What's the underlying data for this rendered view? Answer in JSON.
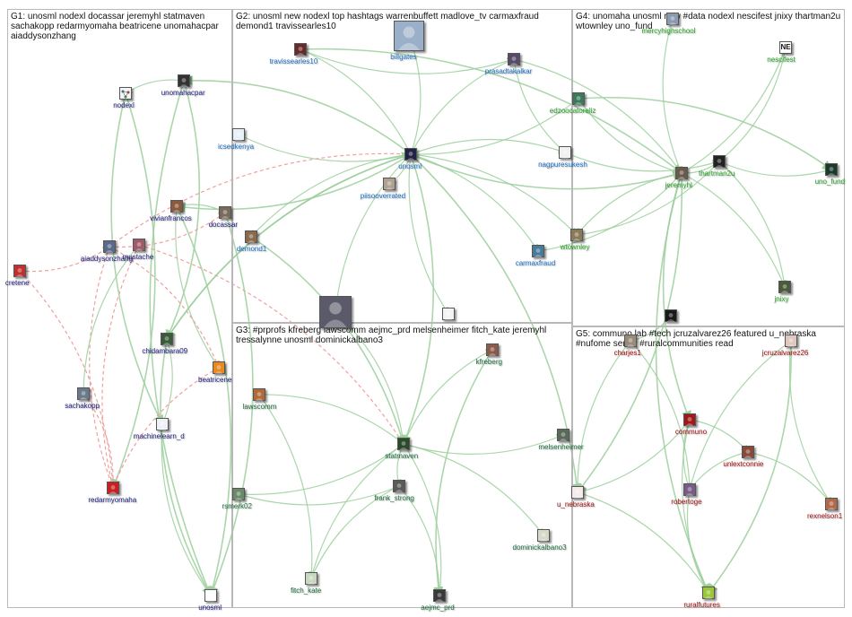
{
  "colors": {
    "G1": "#1a1a7a",
    "G2": "#1a6ec2",
    "G3": "#1a6b3a",
    "G4": "#22a022",
    "G5": "#a01010",
    "edge_green": "#9ccf9c",
    "edge_red_dashed": "#f0a0a0"
  },
  "groups": [
    {
      "id": "G1",
      "label": "G1: unosml nodexl docassar jeremyhl statmaven sachakopp redarmyomaha beatricene unomahacpar aiaddysonzhang"
    },
    {
      "id": "G2",
      "label": "G2: unosml new nodexl top hashtags warrenbuffett madlove_tv carmaxfraud demond1 travissearles10"
    },
    {
      "id": "G3",
      "label": "G3: #prprofs kfreberg lawscomm aejmc_prd melsenheimer fitch_kate jeremyhl tressalynne unosml dominickalbano3"
    },
    {
      "id": "G4",
      "label": "G4: unomaha unosml new #data nodexl nescifest jnixy thartman2u wtownley uno_fund"
    },
    {
      "id": "G5",
      "label": "G5: communo lab #tech jcruzalvarez26 featured u_nebraska #nufome series #ruralcommunities read"
    }
  ],
  "nodes": [
    {
      "id": "unomahacpar",
      "group": "G1",
      "label": "unomahacpar",
      "icon": "avatar-icon",
      "fill": "#333333"
    },
    {
      "id": "nodexl",
      "group": "G1",
      "label": "nodexl",
      "icon": "nodexl-logo-icon",
      "fill": "#f4f4f4"
    },
    {
      "id": "vivianfrancos",
      "group": "G1",
      "label": "vivianfrancos",
      "icon": "avatar-icon",
      "fill": "#8a5a3c"
    },
    {
      "id": "docassar",
      "group": "G1",
      "label": "docassar",
      "icon": "avatar-icon",
      "fill": "#7a6a5a"
    },
    {
      "id": "aiaddysonzhang",
      "group": "G1",
      "label": "aiaddysonzhang",
      "icon": "avatar-icon",
      "fill": "#5a6a8a"
    },
    {
      "id": "mustache",
      "group": "G1",
      "label": "mustache",
      "icon": "avatar-icon",
      "fill": "#a05a6a"
    },
    {
      "id": "cretene",
      "group": "G1",
      "label": "cretene",
      "icon": "avatar-icon",
      "fill": "#c03030"
    },
    {
      "id": "chidambara09",
      "group": "G1",
      "label": "chidambara09",
      "icon": "avatar-icon",
      "fill": "#3a5a3a"
    },
    {
      "id": "beatricene",
      "group": "G1",
      "label": "beatricene",
      "icon": "avatar-icon",
      "fill": "#e88a20"
    },
    {
      "id": "sachakopp",
      "group": "G1",
      "label": "sachakopp",
      "icon": "avatar-icon",
      "fill": "#6a7a8a"
    },
    {
      "id": "machinelearn_d",
      "group": "G1",
      "label": "machinelearn_d",
      "icon": "avatar-icon",
      "fill": "#eef2f8"
    },
    {
      "id": "redarmyomaha",
      "group": "G1",
      "label": "redarmyomaha",
      "icon": "avatar-icon",
      "fill": "#c82020"
    },
    {
      "id": "unosml_g1",
      "group": "G1",
      "label": "unosml",
      "icon": "avatar-icon",
      "fill": "#ffffff"
    },
    {
      "id": "travissearles10",
      "group": "G2",
      "label": "travissearles10",
      "icon": "avatar-icon",
      "fill": "#6a2a2a"
    },
    {
      "id": "billgates",
      "group": "G2",
      "label": "billgates",
      "icon": "avatar-icon",
      "fill": "#9ab0c8"
    },
    {
      "id": "prasadtakalkar",
      "group": "G2",
      "label": "prasadtakalkar",
      "icon": "avatar-icon",
      "fill": "#5a4a6a"
    },
    {
      "id": "icsedkenya",
      "group": "G2",
      "label": "icsedkenya",
      "icon": "avatar-icon",
      "fill": "#e8f0f8"
    },
    {
      "id": "unosml",
      "group": "G2",
      "label": "unosml",
      "icon": "avatar-icon",
      "fill": "#222244"
    },
    {
      "id": "piisooverrated",
      "group": "G2",
      "label": "piisooverrated",
      "icon": "avatar-icon",
      "fill": "#b0a090"
    },
    {
      "id": "nagpuresukesh",
      "group": "G2",
      "label": "nagpuresukesh",
      "icon": "avatar-icon",
      "fill": "#f0f0f0"
    },
    {
      "id": "demond1",
      "group": "G2",
      "label": "demond1",
      "icon": "avatar-icon",
      "fill": "#8a6a4a"
    },
    {
      "id": "carmaxfraud",
      "group": "G2",
      "label": "carmaxfraud",
      "icon": "avatar-icon",
      "fill": "#4a7a9a"
    },
    {
      "id": "warrenbuffett",
      "group": "G2",
      "label": "",
      "icon": "avatar-icon",
      "fill": "#5a5a6a"
    },
    {
      "id": "madlove_tv",
      "group": "G2",
      "label": "",
      "icon": "avatar-icon",
      "fill": "#f4f4f4"
    },
    {
      "id": "lawscomm",
      "group": "G3",
      "label": "lawscomm",
      "icon": "avatar-icon",
      "fill": "#b06a3a"
    },
    {
      "id": "kfreberg",
      "group": "G3",
      "label": "kfreberg",
      "icon": "avatar-icon",
      "fill": "#8a5a4a"
    },
    {
      "id": "statmaven",
      "group": "G3",
      "label": "statmaven",
      "icon": "avatar-icon",
      "fill": "#2a4a2a"
    },
    {
      "id": "melsenheimer",
      "group": "G3",
      "label": "melsenheimer",
      "icon": "avatar-icon",
      "fill": "#5a6a5a"
    },
    {
      "id": "rsmerk02",
      "group": "G3",
      "label": "rsmerk02",
      "icon": "avatar-icon",
      "fill": "#6a8a6a"
    },
    {
      "id": "frank_strong",
      "group": "G3",
      "label": "frank_strong",
      "icon": "avatar-icon",
      "fill": "#5a5a5a"
    },
    {
      "id": "dominickalbano3",
      "group": "G3",
      "label": "dominickalbano3",
      "icon": "avatar-icon",
      "fill": "#d8d8c8"
    },
    {
      "id": "fitch_kate",
      "group": "G3",
      "label": "fitch_kate",
      "icon": "avatar-icon",
      "fill": "#c8d8c0"
    },
    {
      "id": "aejmc_prd",
      "group": "G3",
      "label": "aejmc_prd",
      "icon": "avatar-icon",
      "fill": "#3a3a3a"
    },
    {
      "id": "mercyhighschool",
      "group": "G4",
      "label": "mercyhighschool",
      "icon": "avatar-icon",
      "fill": "#8a9ab0"
    },
    {
      "id": "nescifest",
      "group": "G4",
      "label": "nescifest",
      "icon": "ne-logo-icon",
      "fill": "#ffffff",
      "text": "NE"
    },
    {
      "id": "edzoocatoreliz",
      "group": "G4",
      "label": "edzoocatoreliz",
      "icon": "avatar-icon",
      "fill": "#3a7a5a"
    },
    {
      "id": "jeremyhl",
      "group": "G4",
      "label": "jeremyhl",
      "icon": "avatar-icon",
      "fill": "#6a5a4a"
    },
    {
      "id": "thartman2u",
      "group": "G4",
      "label": "thartman2u",
      "icon": "avatar-icon",
      "fill": "#222222"
    },
    {
      "id": "uno_fund",
      "group": "G4",
      "label": "uno_fund",
      "icon": "avatar-icon",
      "fill": "#1a3a2a"
    },
    {
      "id": "wtownley",
      "group": "G4",
      "label": "wtownley",
      "icon": "avatar-icon",
      "fill": "#8a7a5a"
    },
    {
      "id": "jnixy",
      "group": "G4",
      "label": "jnixy",
      "icon": "avatar-icon",
      "fill": "#4a5a3a"
    },
    {
      "id": "communolab",
      "group": "G5",
      "label": "",
      "icon": "avatar-icon",
      "fill": "#1a1a1a"
    },
    {
      "id": "charjes1",
      "group": "G5",
      "label": "charjes1",
      "icon": "avatar-icon",
      "fill": "#9a8a7a"
    },
    {
      "id": "jcruzalvarez26",
      "group": "G5",
      "label": "jcruzalvarez26",
      "icon": "avatar-icon",
      "fill": "#e0c8c0"
    },
    {
      "id": "communo",
      "group": "G5",
      "label": "communo",
      "icon": "avatar-icon",
      "fill": "#a01818"
    },
    {
      "id": "unlextconnie",
      "group": "G5",
      "label": "unlextconnie",
      "icon": "avatar-icon",
      "fill": "#8a4a3a"
    },
    {
      "id": "u_nebraska",
      "group": "G5",
      "label": "u_nebraska",
      "icon": "avatar-icon",
      "fill": "#f4ecec"
    },
    {
      "id": "robertoge",
      "group": "G5",
      "label": "robertoge",
      "icon": "avatar-icon",
      "fill": "#7a5a8a"
    },
    {
      "id": "rexnelson1",
      "group": "G5",
      "label": "rexnelson1",
      "icon": "avatar-icon",
      "fill": "#b06a4a"
    },
    {
      "id": "ruralfutures",
      "group": "G5",
      "label": "ruralfutures",
      "icon": "avatar-icon",
      "fill": "#9ac83a"
    }
  ],
  "edges": [
    {
      "from": "unosml",
      "to": "travissearles10",
      "style": "green"
    },
    {
      "from": "unosml",
      "to": "prasadtakalkar",
      "style": "green"
    },
    {
      "from": "unosml",
      "to": "edzoocatoreliz",
      "style": "green"
    },
    {
      "from": "unosml",
      "to": "nagpuresukesh",
      "style": "green"
    },
    {
      "from": "unosml",
      "to": "jeremyhl",
      "style": "green"
    },
    {
      "from": "unosml",
      "to": "icsedkenya",
      "style": "green"
    },
    {
      "from": "unosml",
      "to": "demond1",
      "style": "green"
    },
    {
      "from": "unosml",
      "to": "carmaxfraud",
      "style": "green"
    },
    {
      "from": "unosml",
      "to": "warrenbuffett",
      "style": "green"
    },
    {
      "from": "unosml",
      "to": "statmaven",
      "style": "green"
    },
    {
      "from": "unosml",
      "to": "madlove_tv",
      "style": "green"
    },
    {
      "from": "unosml",
      "to": "wtownley",
      "style": "green"
    },
    {
      "from": "unosml",
      "to": "unomahacpar",
      "style": "green"
    },
    {
      "from": "unosml",
      "to": "vivianfrancos",
      "style": "green"
    },
    {
      "from": "unosml",
      "to": "chidambara09",
      "style": "green"
    },
    {
      "from": "unosml",
      "to": "piisooverrated",
      "style": "green"
    },
    {
      "from": "unosml",
      "to": "billgates",
      "style": "green"
    },
    {
      "from": "unosml",
      "to": "u_nebraska",
      "style": "green"
    },
    {
      "from": "jeremyhl",
      "to": "thartman2u",
      "style": "green"
    },
    {
      "from": "jeremyhl",
      "to": "jnixy",
      "style": "green"
    },
    {
      "from": "jeremyhl",
      "to": "wtownley",
      "style": "green"
    },
    {
      "from": "jeremyhl",
      "to": "edzoocatoreliz",
      "style": "green"
    },
    {
      "from": "jeremyhl",
      "to": "communo",
      "style": "green"
    },
    {
      "from": "jeremyhl",
      "to": "u_nebraska",
      "style": "green"
    },
    {
      "from": "thartman2u",
      "to": "uno_fund",
      "style": "green"
    },
    {
      "from": "thartman2u",
      "to": "jnixy",
      "style": "green"
    },
    {
      "from": "thartman2u",
      "to": "nescifest",
      "style": "green"
    },
    {
      "from": "thartman2u",
      "to": "wtownley",
      "style": "green"
    },
    {
      "from": "mercyhighschool",
      "to": "jeremyhl",
      "style": "green"
    },
    {
      "from": "nescifest",
      "to": "jeremyhl",
      "style": "green"
    },
    {
      "from": "statmaven",
      "to": "lawscomm",
      "style": "green"
    },
    {
      "from": "statmaven",
      "to": "kfreberg",
      "style": "green"
    },
    {
      "from": "statmaven",
      "to": "melsenheimer",
      "style": "green"
    },
    {
      "from": "statmaven",
      "to": "rsmerk02",
      "style": "green"
    },
    {
      "from": "statmaven",
      "to": "frank_strong",
      "style": "green"
    },
    {
      "from": "statmaven",
      "to": "dominickalbano3",
      "style": "green"
    },
    {
      "from": "statmaven",
      "to": "fitch_kate",
      "style": "green"
    },
    {
      "from": "statmaven",
      "to": "aejmc_prd",
      "style": "green"
    },
    {
      "from": "statmaven",
      "to": "warrenbuffett",
      "style": "green"
    },
    {
      "from": "frank_strong",
      "to": "aejmc_prd",
      "style": "green"
    },
    {
      "from": "frank_strong",
      "to": "fitch_kate",
      "style": "green"
    },
    {
      "from": "frank_strong",
      "to": "rsmerk02",
      "style": "green"
    },
    {
      "from": "kfreberg",
      "to": "aejmc_prd",
      "style": "green"
    },
    {
      "from": "lawscomm",
      "to": "fitch_kate",
      "style": "green"
    },
    {
      "from": "communo",
      "to": "robertoge",
      "style": "green"
    },
    {
      "from": "communo",
      "to": "unlextconnie",
      "style": "green"
    },
    {
      "from": "communo",
      "to": "ruralfutures",
      "style": "green"
    },
    {
      "from": "communo",
      "to": "u_nebraska",
      "style": "green"
    },
    {
      "from": "jcruzalvarez26",
      "to": "rexnelson1",
      "style": "green"
    },
    {
      "from": "jcruzalvarez26",
      "to": "ruralfutures",
      "style": "green"
    },
    {
      "from": "jcruzalvarez26",
      "to": "robertoge",
      "style": "green"
    },
    {
      "from": "unlextconnie",
      "to": "rexnelson1",
      "style": "green"
    },
    {
      "from": "unlextconnie",
      "to": "robertoge",
      "style": "green"
    },
    {
      "from": "charjes1",
      "to": "robertoge",
      "style": "green"
    },
    {
      "from": "charjes1",
      "to": "u_nebraska",
      "style": "green"
    },
    {
      "from": "communolab",
      "to": "charjes1",
      "style": "green"
    },
    {
      "from": "robertoge",
      "to": "ruralfutures",
      "style": "green"
    },
    {
      "from": "u_nebraska",
      "to": "ruralfutures",
      "style": "green"
    },
    {
      "from": "unomahacpar",
      "to": "nodexl",
      "style": "green"
    },
    {
      "from": "unomahacpar",
      "to": "chidambara09",
      "style": "green"
    },
    {
      "from": "unomahacpar",
      "to": "unosml_g1",
      "style": "green"
    },
    {
      "from": "nodexl",
      "to": "redarmyomaha",
      "style": "green"
    },
    {
      "from": "nodexl",
      "to": "machinelearn_d",
      "style": "green"
    },
    {
      "from": "vivianfrancos",
      "to": "docassar",
      "style": "green"
    },
    {
      "from": "vivianfrancos",
      "to": "beatricene",
      "style": "green"
    },
    {
      "from": "vivianfrancos",
      "to": "unosml_g1",
      "style": "green"
    },
    {
      "from": "aiaddysonzhang",
      "to": "redarmyomaha",
      "style": "red-dashed"
    },
    {
      "from": "aiaddysonzhang",
      "to": "beatricene",
      "style": "red-dashed"
    },
    {
      "from": "aiaddysonzhang",
      "to": "docassar",
      "style": "red-dashed"
    },
    {
      "from": "aiaddysonzhang",
      "to": "unosml",
      "style": "red-dashed"
    },
    {
      "from": "mustache",
      "to": "redarmyomaha",
      "style": "red-dashed"
    },
    {
      "from": "mustache",
      "to": "statmaven",
      "style": "red-dashed"
    },
    {
      "from": "mustache",
      "to": "sachakopp",
      "style": "green"
    },
    {
      "from": "cretene",
      "to": "redarmyomaha",
      "style": "red-dashed"
    },
    {
      "from": "cretene",
      "to": "aiaddysonzhang",
      "style": "red-dashed"
    },
    {
      "from": "chidambara09",
      "to": "machinelearn_d",
      "style": "green"
    },
    {
      "from": "chidambara09",
      "to": "unosml_g1",
      "style": "green"
    },
    {
      "from": "chidambara09",
      "to": "unosml",
      "style": "green"
    },
    {
      "from": "beatricene",
      "to": "redarmyomaha",
      "style": "red-dashed"
    },
    {
      "from": "sachakopp",
      "to": "redarmyomaha",
      "style": "red-dashed"
    },
    {
      "from": "machinelearn_d",
      "to": "unosml_g1",
      "style": "green"
    },
    {
      "from": "docassar",
      "to": "unosml_g1",
      "style": "green"
    },
    {
      "from": "travissearles10",
      "to": "prasadtakalkar",
      "style": "green"
    },
    {
      "from": "travissearles10",
      "to": "jeremyhl",
      "style": "green"
    },
    {
      "from": "prasadtakalkar",
      "to": "nagpuresukesh",
      "style": "green"
    },
    {
      "from": "prasadtakalkar",
      "to": "jeremyhl",
      "style": "green"
    },
    {
      "from": "carmaxfraud",
      "to": "jeremyhl",
      "style": "green"
    },
    {
      "from": "demond1",
      "to": "statmaven",
      "style": "green"
    },
    {
      "from": "nagpuresukesh",
      "to": "thartman2u",
      "style": "green"
    },
    {
      "from": "edzoocatoreliz",
      "to": "uno_fund",
      "style": "green"
    },
    {
      "from": "jeremyhl",
      "to": "ruralfutures",
      "style": "green"
    }
  ]
}
